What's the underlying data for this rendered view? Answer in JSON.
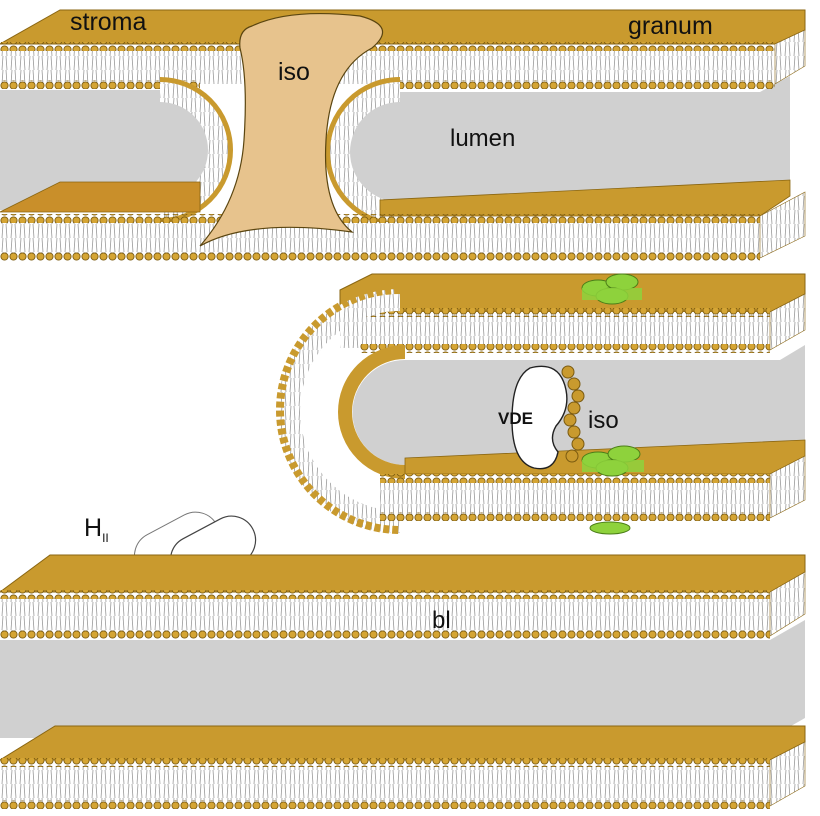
{
  "labels": {
    "stroma": "stroma",
    "granum": "granum",
    "iso_top": "iso",
    "lumen": "lumen",
    "vde": "VDE",
    "iso_mid": "iso",
    "hii_main": "H",
    "hii_sub": "II",
    "bl": "bl"
  },
  "colors": {
    "membrane": "#c99a2e",
    "membrane_dark": "#8a6612",
    "lumen": "#d0d0d0",
    "iso_region": "#e7c38d",
    "protein": "#8ed23c",
    "lipid_tail": "#9a9a9a"
  }
}
